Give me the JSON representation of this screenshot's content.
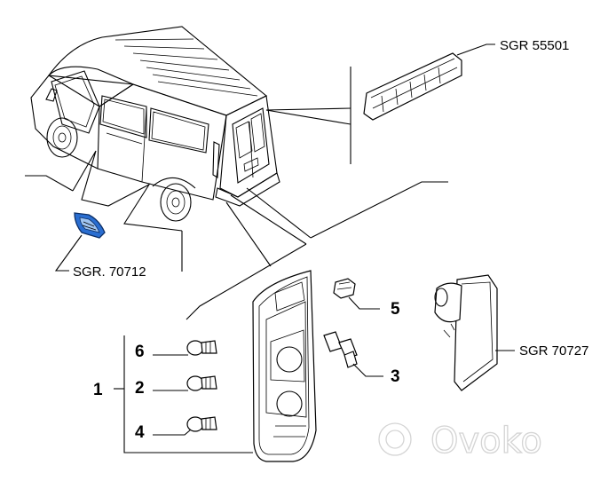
{
  "callouts": {
    "rear_reflector": "SGR. 70712",
    "third_brake_light": "SGR 55501",
    "side_marker_lamp": "SGR 70727"
  },
  "items": {
    "assembly": "1",
    "bulb_2": "2",
    "connector_3": "3",
    "bulb_4": "4",
    "clip_5": "5",
    "bulb_6": "6"
  },
  "watermark": {
    "brand": "Ovoko"
  },
  "colors": {
    "highlight": "#1d5fb8",
    "watermark": "#d4d4d4"
  }
}
